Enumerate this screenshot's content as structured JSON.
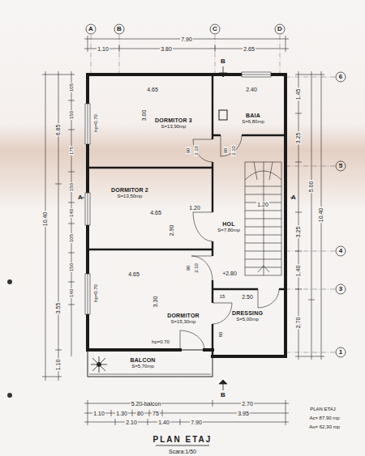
{
  "diagram": {
    "title": "PLAN ETAJ",
    "caption": "Scara:1/50",
    "nodes": [
      {
        "text": [
          "DORMITOR 3",
          "S=13,90mp"
        ]
      },
      {
        "text": [
          "BAIA",
          "S=6,80mp"
        ]
      },
      {
        "text": [
          "DORMITOR 2",
          "S=13,50mp"
        ]
      },
      {
        "text": [
          "HOL",
          "S=7,80mp"
        ]
      },
      {
        "text": [
          "DORMITOR",
          "S=15,30mp"
        ]
      },
      {
        "text": [
          "DRESSING",
          "S=5,00mp"
        ]
      },
      {
        "text": [
          "BALCON",
          "S=5,70mp"
        ]
      }
    ],
    "labels": [
      "A",
      "B",
      "C",
      "D",
      "7.90",
      "1.10",
      "3.80",
      "2.65",
      "B",
      "6",
      "5",
      "4",
      "3",
      "1",
      "1.45",
      "3.25",
      "5.00",
      "10.40",
      "3.25",
      "1.40",
      "2.70",
      "10.40",
      "6.85",
      "3.55",
      "1.10",
      "105",
      "150",
      "175",
      "150",
      "140",
      "105",
      "150",
      "140",
      "A",
      "A",
      "4.65",
      "3.00",
      "hp=0.70",
      "2.40",
      "90",
      "2.10",
      "90",
      "2.10",
      "4.65",
      "2.90",
      "1.20",
      "1.20",
      "+2.80",
      "4.65",
      "3.30",
      "hp=0.70",
      "90",
      "2.10",
      "15",
      "2.50",
      "80",
      "hp=0.70",
      "5.20-balcon",
      "2.70",
      "1.10",
      "1.30",
      "80",
      "75",
      "3.95",
      "2.10",
      "1.40",
      "7.90",
      "B",
      "PLAN ETAJ",
      "Ac= 87,90 mp",
      "Au= 62,30 mp"
    ]
  }
}
